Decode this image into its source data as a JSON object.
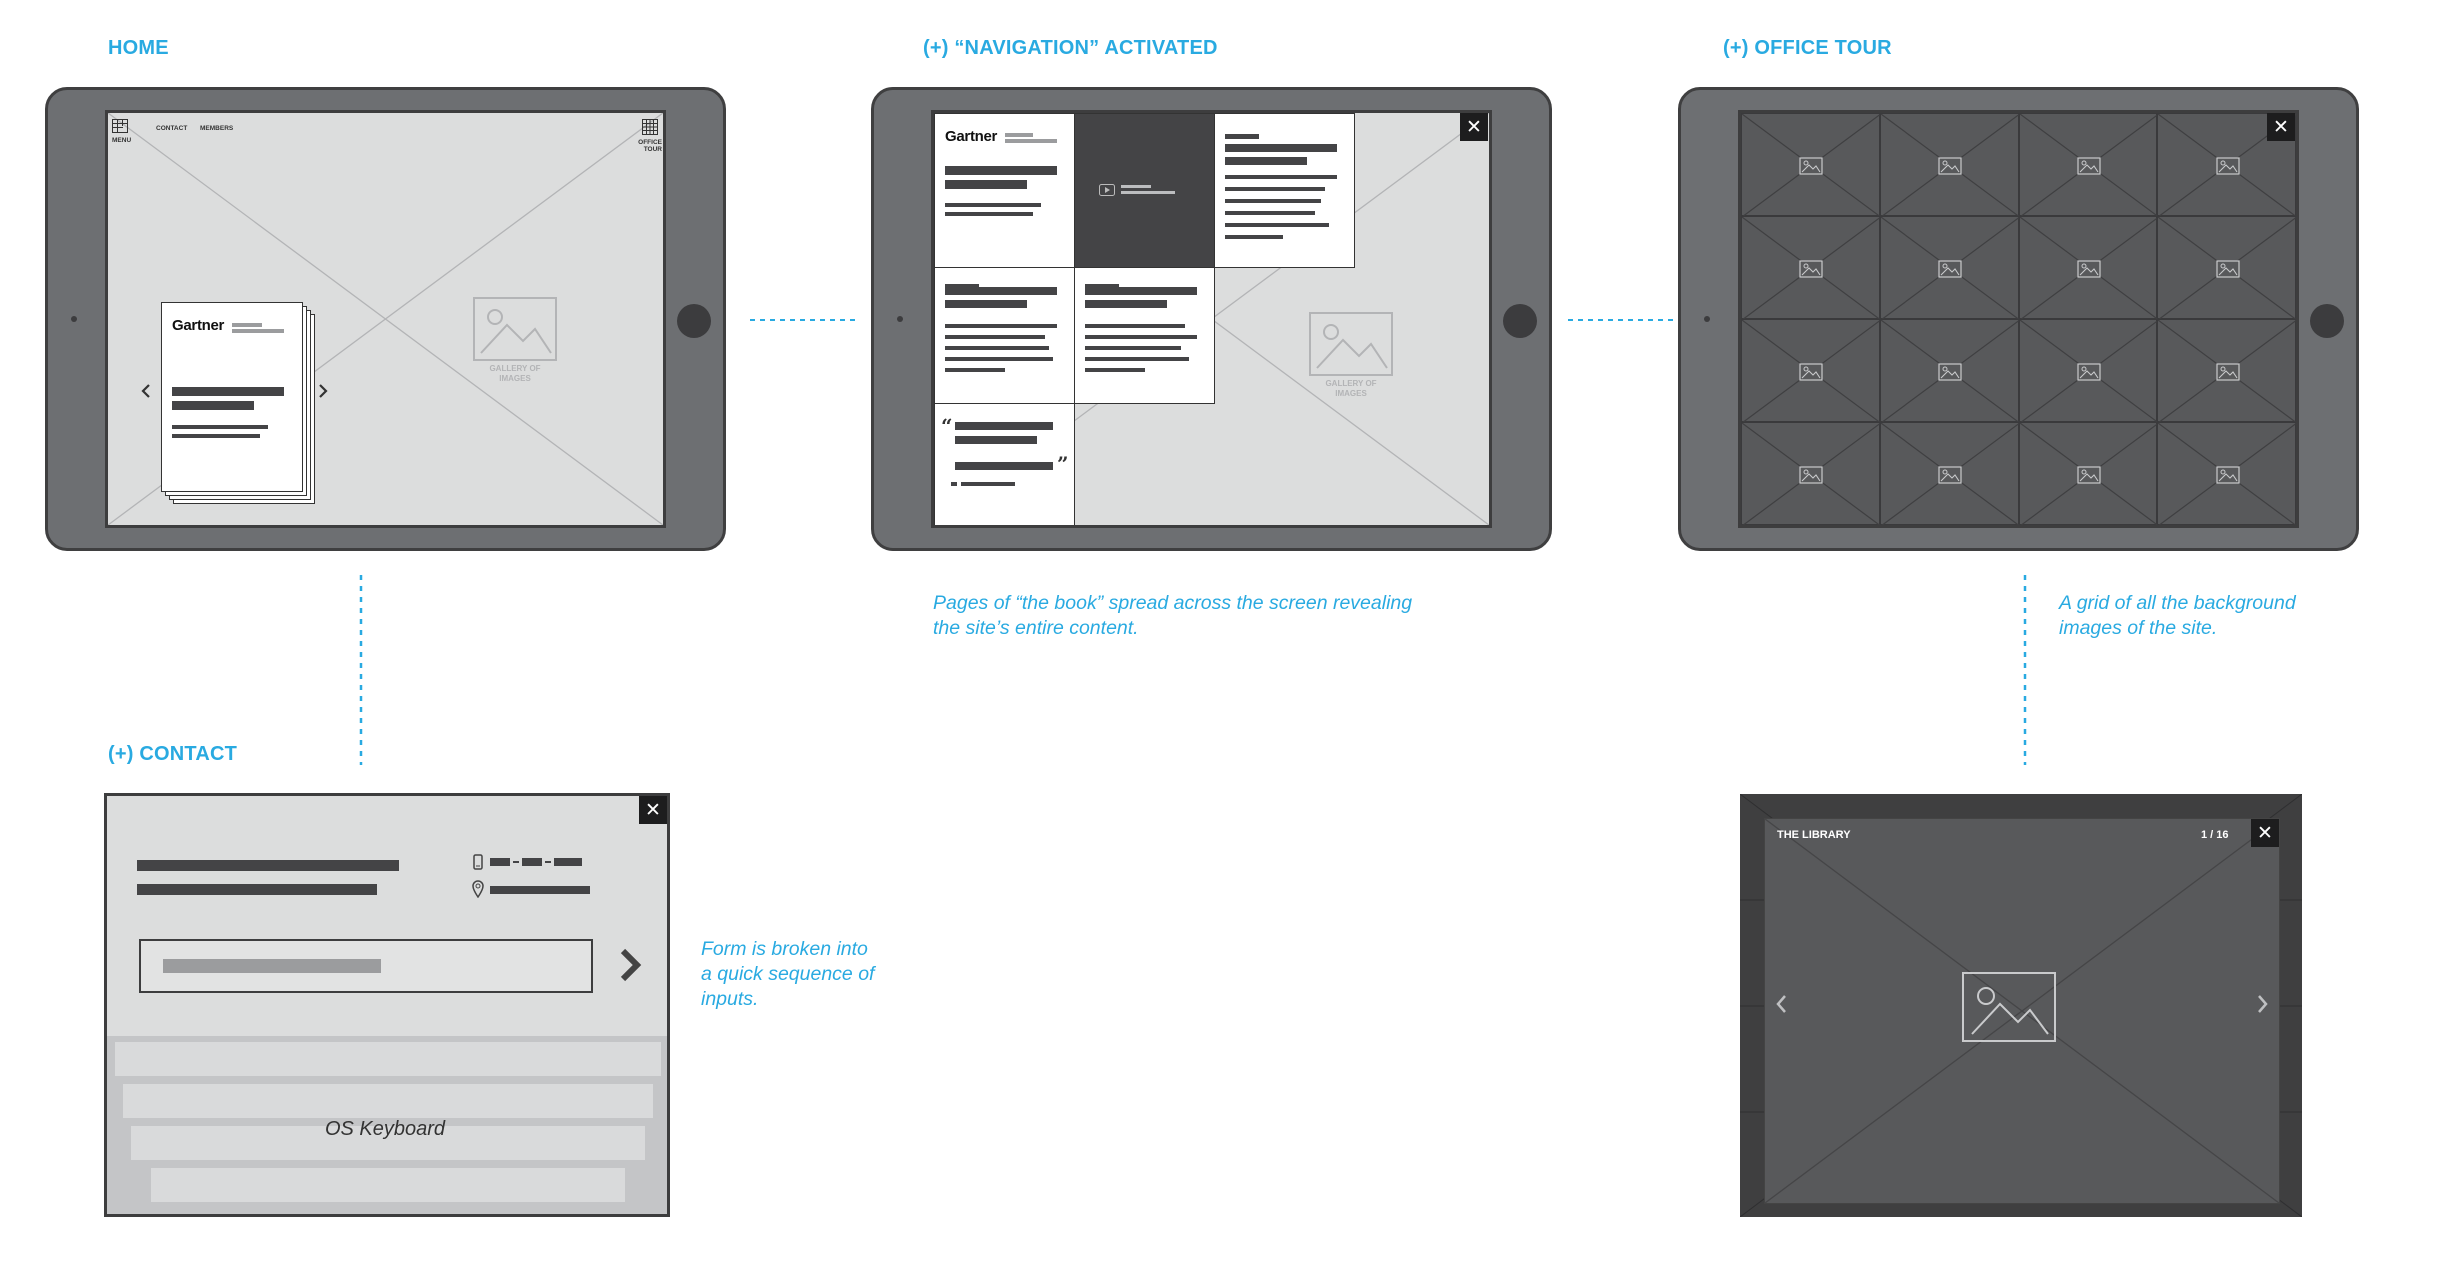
{
  "sections": {
    "home": {
      "title": "HOME"
    },
    "navigation": {
      "title": "(+) “NAVIGATION” ACTIVATED",
      "caption_line1": "Pages of “the book” spread across the screen revealing",
      "caption_line2": "the site’s entire content."
    },
    "office_tour": {
      "title": "(+) OFFICE TOUR",
      "caption_line1": "A grid of all the background",
      "caption_line2": "images of the site."
    },
    "contact": {
      "title": "(+) CONTACT",
      "caption_line1": "Form is broken into",
      "caption_line2": "a quick sequence of",
      "caption_line3": "inputs."
    }
  },
  "home_screen": {
    "menu_label": "MENU",
    "nav_contact": "CONTACT",
    "nav_members": "MEMBERS",
    "office_tour_line1": "OFFICE",
    "office_tour_line2": "TOUR",
    "book_logo": "Gartner",
    "gallery_line1": "GALLERY OF",
    "gallery_line2": "IMAGES"
  },
  "nav_screen": {
    "logo": "Gartner",
    "gallery_line1": "GALLERY OF",
    "gallery_line2": "IMAGES",
    "quote_open": "“",
    "quote_close": "”"
  },
  "contact_screen": {
    "keyboard_label": "OS Keyboard"
  },
  "lightbox": {
    "title": "THE LIBRARY",
    "counter": "1 / 16"
  },
  "icons": {
    "close": "close-icon",
    "prev": "chevron-left-icon",
    "next": "chevron-right-icon",
    "submit": "chevron-right-icon",
    "image": "image-placeholder-icon",
    "menu": "menu-icon",
    "grid": "grid-icon",
    "phone": "phone-icon",
    "location": "location-icon",
    "video": "video-icon"
  },
  "colors": {
    "accent": "#29aae1",
    "tablet_body": "#6d6f72",
    "screen_bg": "#dcdddd",
    "dark_tile": "#58595b"
  }
}
